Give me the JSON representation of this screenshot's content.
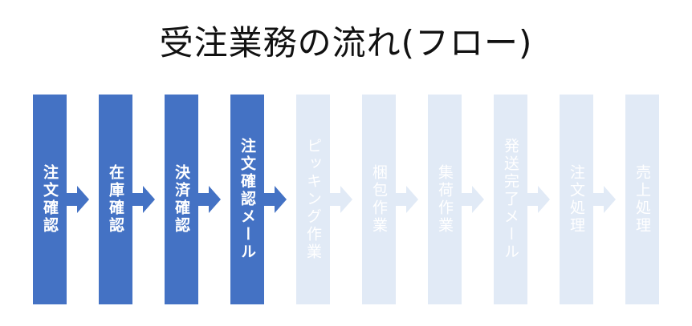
{
  "title": "受注業務の流れ(フロー)",
  "colors": {
    "active": "#4472c4",
    "inactive": "#e1eaf6"
  },
  "steps": [
    {
      "label": "注文確認",
      "active": true
    },
    {
      "label": "在庫確認",
      "active": true
    },
    {
      "label": "決済確認",
      "active": true
    },
    {
      "label": "注文確認メール",
      "active": true
    },
    {
      "label": "ピッキング作業",
      "active": false
    },
    {
      "label": "梱包作業",
      "active": false
    },
    {
      "label": "集荷作業",
      "active": false
    },
    {
      "label": "発送完了メール",
      "active": false
    },
    {
      "label": "注文処理",
      "active": false
    },
    {
      "label": "売上処理",
      "active": false
    }
  ]
}
